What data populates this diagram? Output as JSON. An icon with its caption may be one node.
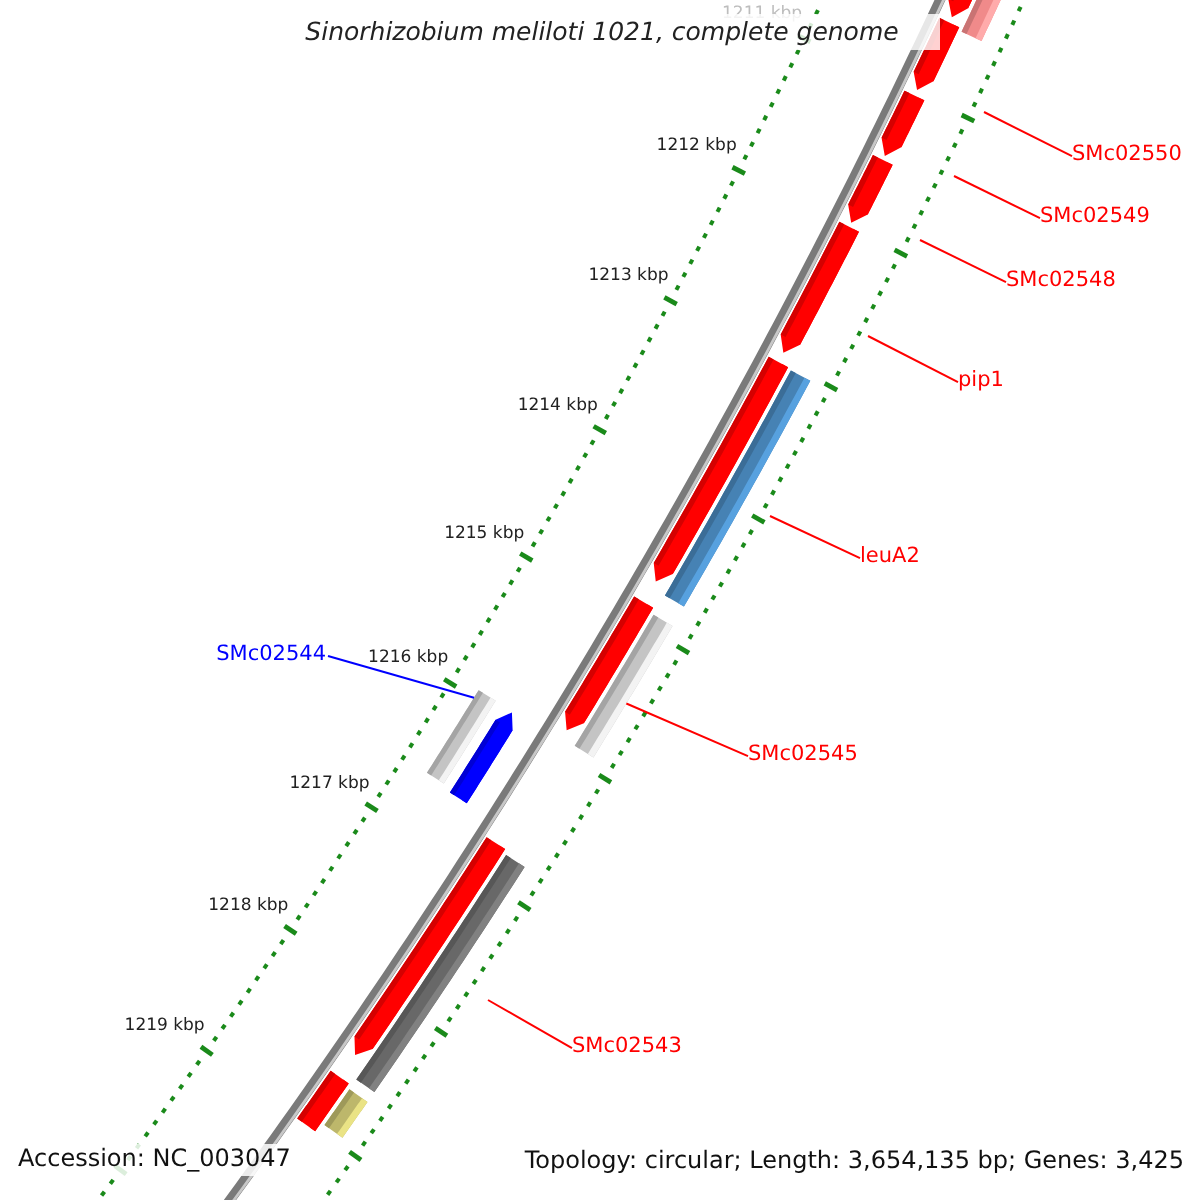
{
  "diagram": {
    "title": "Sinorhizobium meliloti 1021, complete genome",
    "nodes": [
      {
        "text": [
          "SMc02550"
        ]
      },
      {
        "text": [
          "SMc02549"
        ]
      },
      {
        "text": [
          "SMc02548"
        ]
      },
      {
        "text": [
          "pip1"
        ]
      },
      {
        "text": [
          "leuA2"
        ]
      },
      {
        "text": [
          "SMc02544"
        ]
      },
      {
        "text": [
          "SMc02545"
        ]
      },
      {
        "text": [
          "SMc02543"
        ]
      },
      {
        "text": [],
        "shape": "bar"
      },
      {
        "text": [],
        "shape": "bar"
      },
      {
        "text": [],
        "shape": "bar"
      },
      {
        "text": [],
        "shape": "bar"
      },
      {
        "text": [],
        "shape": "bar"
      },
      {
        "text": [],
        "shape": "bar"
      },
      {
        "text": [],
        "shape": "bar"
      },
      {
        "text": [],
        "shape": "bar"
      },
      {
        "text": [],
        "shape": "bar"
      },
      {
        "text": [],
        "shape": "bar"
      },
      {
        "text": [],
        "shape": "bar"
      },
      {
        "text": [],
        "shape": "bar"
      },
      {
        "text": [],
        "shape": "bar"
      },
      {
        "text": [],
        "shape": "bar"
      },
      {
        "text": [],
        "shape": "bar"
      },
      {
        "text": [],
        "shape": "bar"
      }
    ],
    "edges": [
      {
        "from": 0,
        "to": 10,
        "arrow": "none"
      },
      {
        "from": 1,
        "to": 11,
        "arrow": "none"
      },
      {
        "from": 2,
        "to": 12,
        "arrow": "none"
      },
      {
        "from": 3,
        "to": 13,
        "arrow": "none"
      },
      {
        "from": 4,
        "to": 14,
        "arrow": "none"
      },
      {
        "from": 5,
        "to": 18,
        "arrow": "none",
        "color": "#0000ff"
      },
      {
        "from": 6,
        "to": 17,
        "arrow": "none"
      },
      {
        "from": 7,
        "to": 20,
        "arrow": "none"
      }
    ],
    "labels": [
      "1211 kbp",
      "1212 kbp",
      "1213 kbp",
      "1214 kbp",
      "1215 kbp",
      "1216 kbp",
      "1217 kbp",
      "1218 kbp",
      "1219 kbp",
      "Accession: NC_003047",
      "Topology: circular; Length: 3,654,135 bp; Genes: 3,425"
    ]
  }
}
